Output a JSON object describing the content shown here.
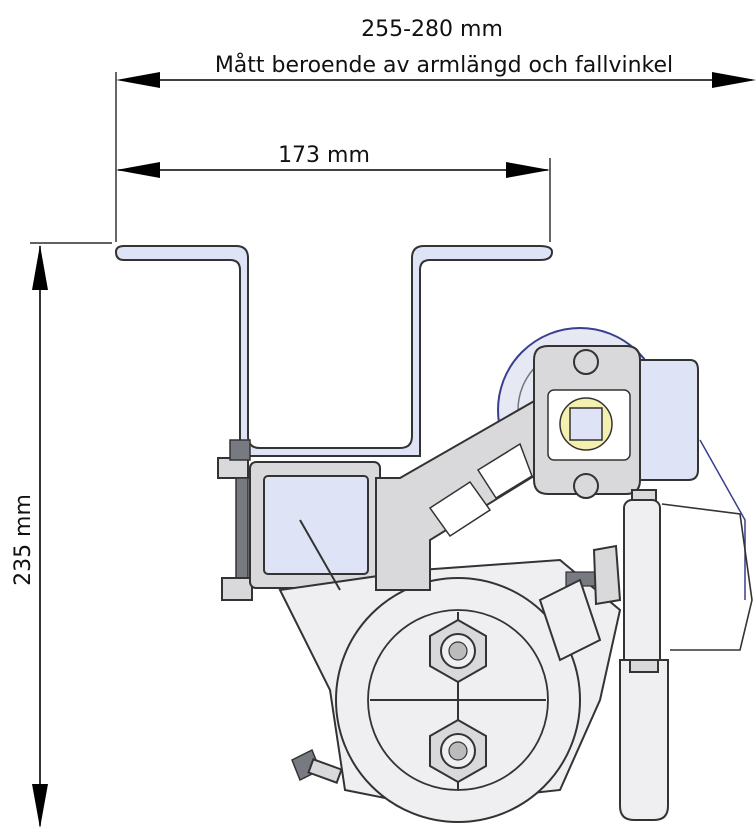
{
  "dimensions": {
    "overall": {
      "value_label": "255-280 mm",
      "note": "Mått beroende av armlängd och fallvinkel"
    },
    "width": {
      "label": "173 mm"
    },
    "height": {
      "label": "235 mm"
    }
  },
  "colors": {
    "line": "#000000",
    "part_fill": "#d9d9dc",
    "part_light": "#efeff2",
    "rail_fill": "#dfe3f6",
    "motor_outline": "#3a3f8f"
  }
}
